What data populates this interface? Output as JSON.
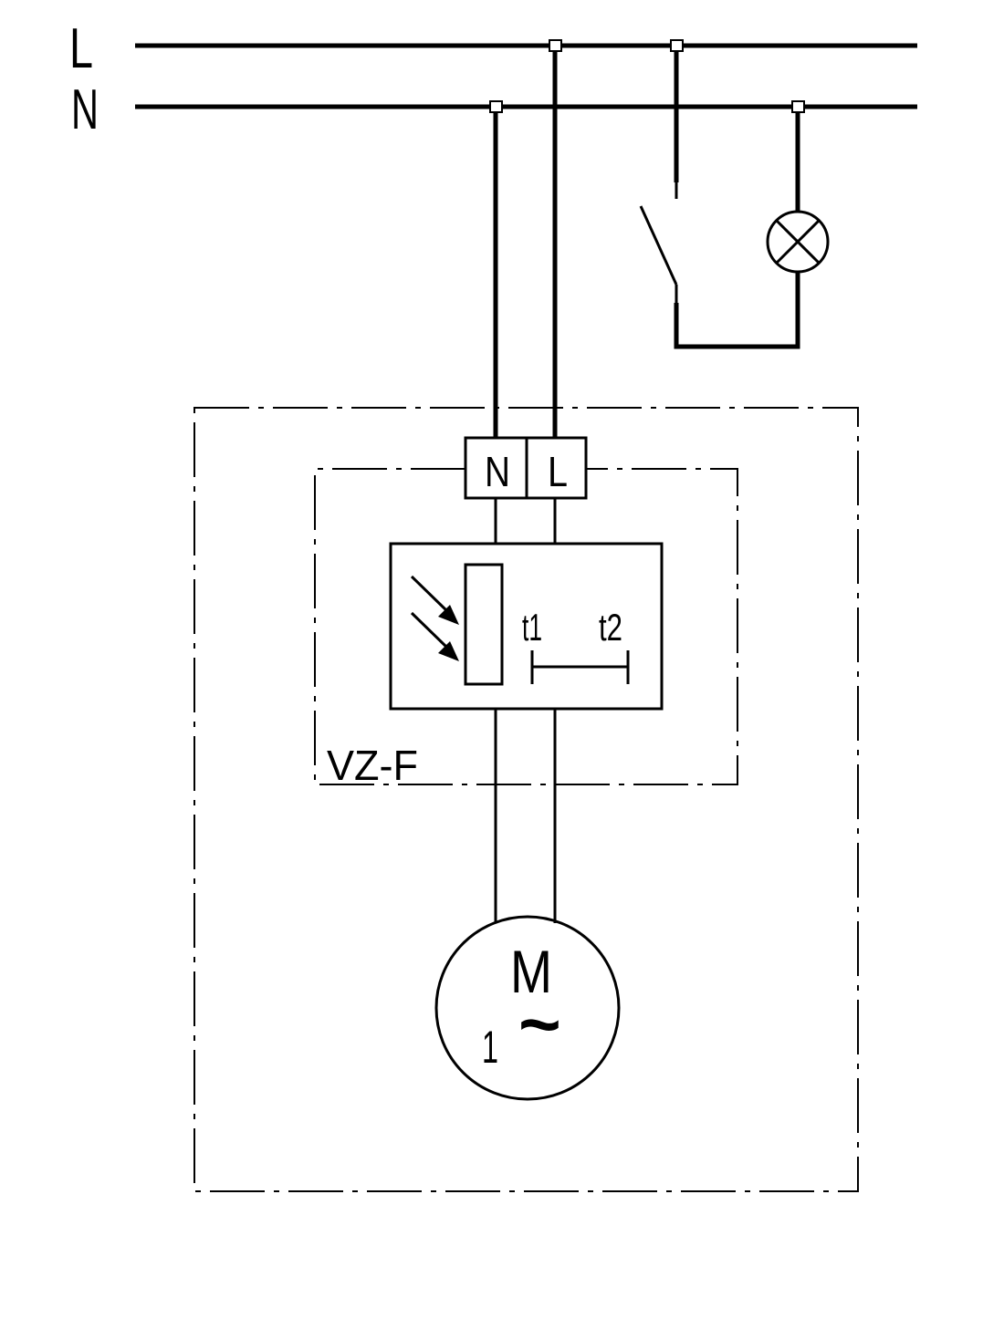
{
  "rails": {
    "phase": "L",
    "neutral": "N"
  },
  "terminal_block": {
    "n": "N",
    "l": "L"
  },
  "device": {
    "name": "VZ-F",
    "t1": "t1",
    "t2": "t2"
  },
  "motor": {
    "symbol": "M",
    "ac": "~",
    "phases": "1"
  },
  "colors": {
    "line": "#000000",
    "background": "#ffffff"
  }
}
